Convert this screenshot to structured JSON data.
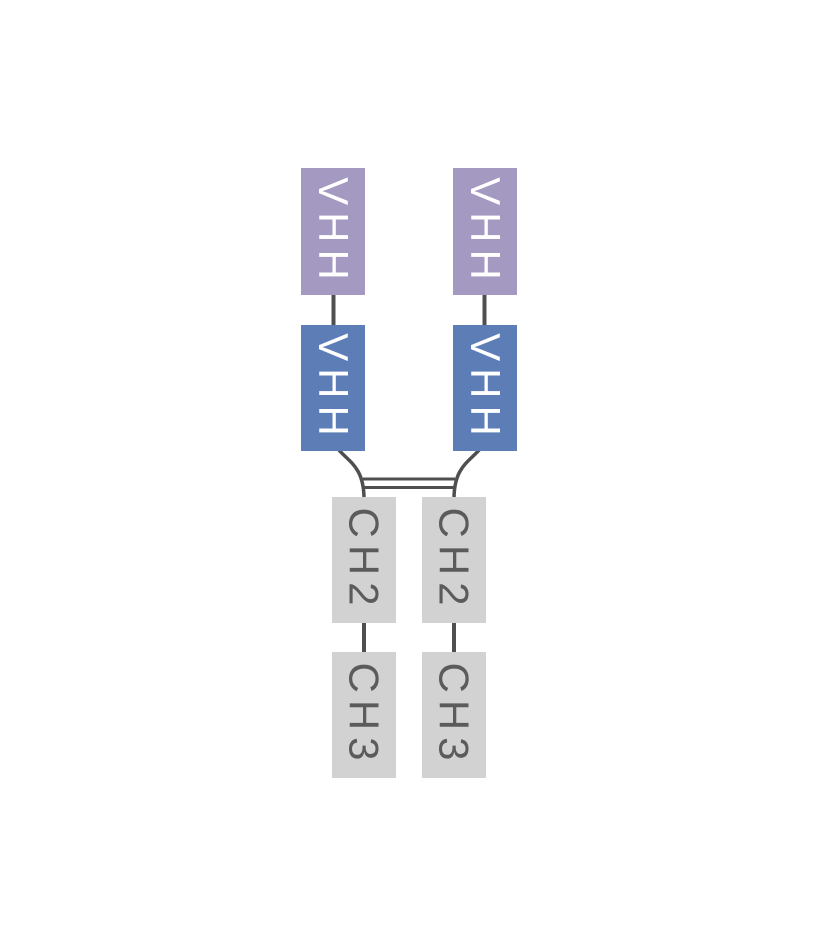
{
  "diagram": {
    "kind": "antibody-format-schematic",
    "domains": {
      "vhh_top_left": "VHH",
      "vhh_top_right": "VHH",
      "vhh_mid_left": "VHH",
      "vhh_mid_right": "VHH",
      "ch2_left": "CH2",
      "ch2_right": "CH2",
      "ch3_left": "CH3",
      "ch3_right": "CH3"
    },
    "colors": {
      "background": "#ffffff",
      "vhh_distal_fill": "#a49ac1",
      "vhh_proximal_fill": "#5c7db5",
      "fc_domain_fill": "#d2d2d2",
      "connector_line": "#4f4f4f",
      "label_on_color": "#ffffff",
      "label_on_gray": "#5b5b5b"
    }
  }
}
